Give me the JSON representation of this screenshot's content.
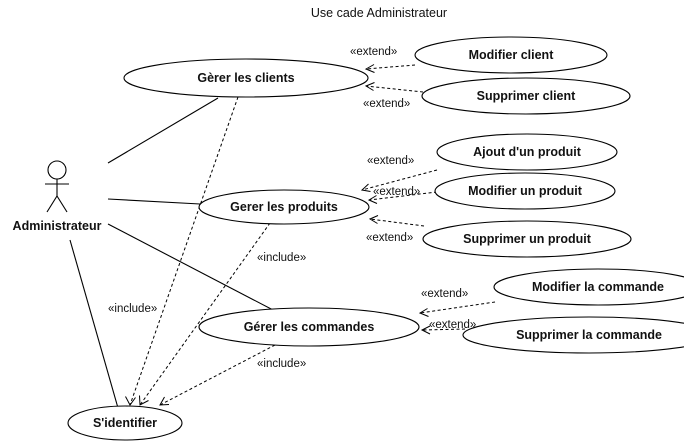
{
  "diagram": {
    "title": "Use cade Administrateur",
    "actor": {
      "name": "Administrateur",
      "icon": "stick-figure-actor-icon"
    },
    "use_cases": {
      "gerer_clients": "Gèrer les clients",
      "gerer_produits": "Gerer les produits",
      "gerer_commandes": "Gérer les commandes",
      "sidentifier": "S'identifier",
      "modifier_client": "Modifier client",
      "supprimer_client": "Supprimer client",
      "ajout_produit": "Ajout d'un produit",
      "modifier_produit": "Modifier un produit",
      "supprimer_produit": "Supprimer un produit",
      "modifier_commande": "Modifier la commande",
      "supprimer_commande": "Supprimer la commande"
    },
    "relations": {
      "extend_modifier_client": "«extend»",
      "extend_supprimer_client": "«extend»",
      "extend_ajout_produit": "«extend»",
      "extend_modifier_produit": "«extend»",
      "extend_supprimer_produit": "«extend»",
      "extend_modifier_commande": "«extend»",
      "extend_supprimer_commande": "«extend»",
      "include_clients": "«include»",
      "include_produits": "«include»",
      "include_commandes": "«include»"
    }
  }
}
